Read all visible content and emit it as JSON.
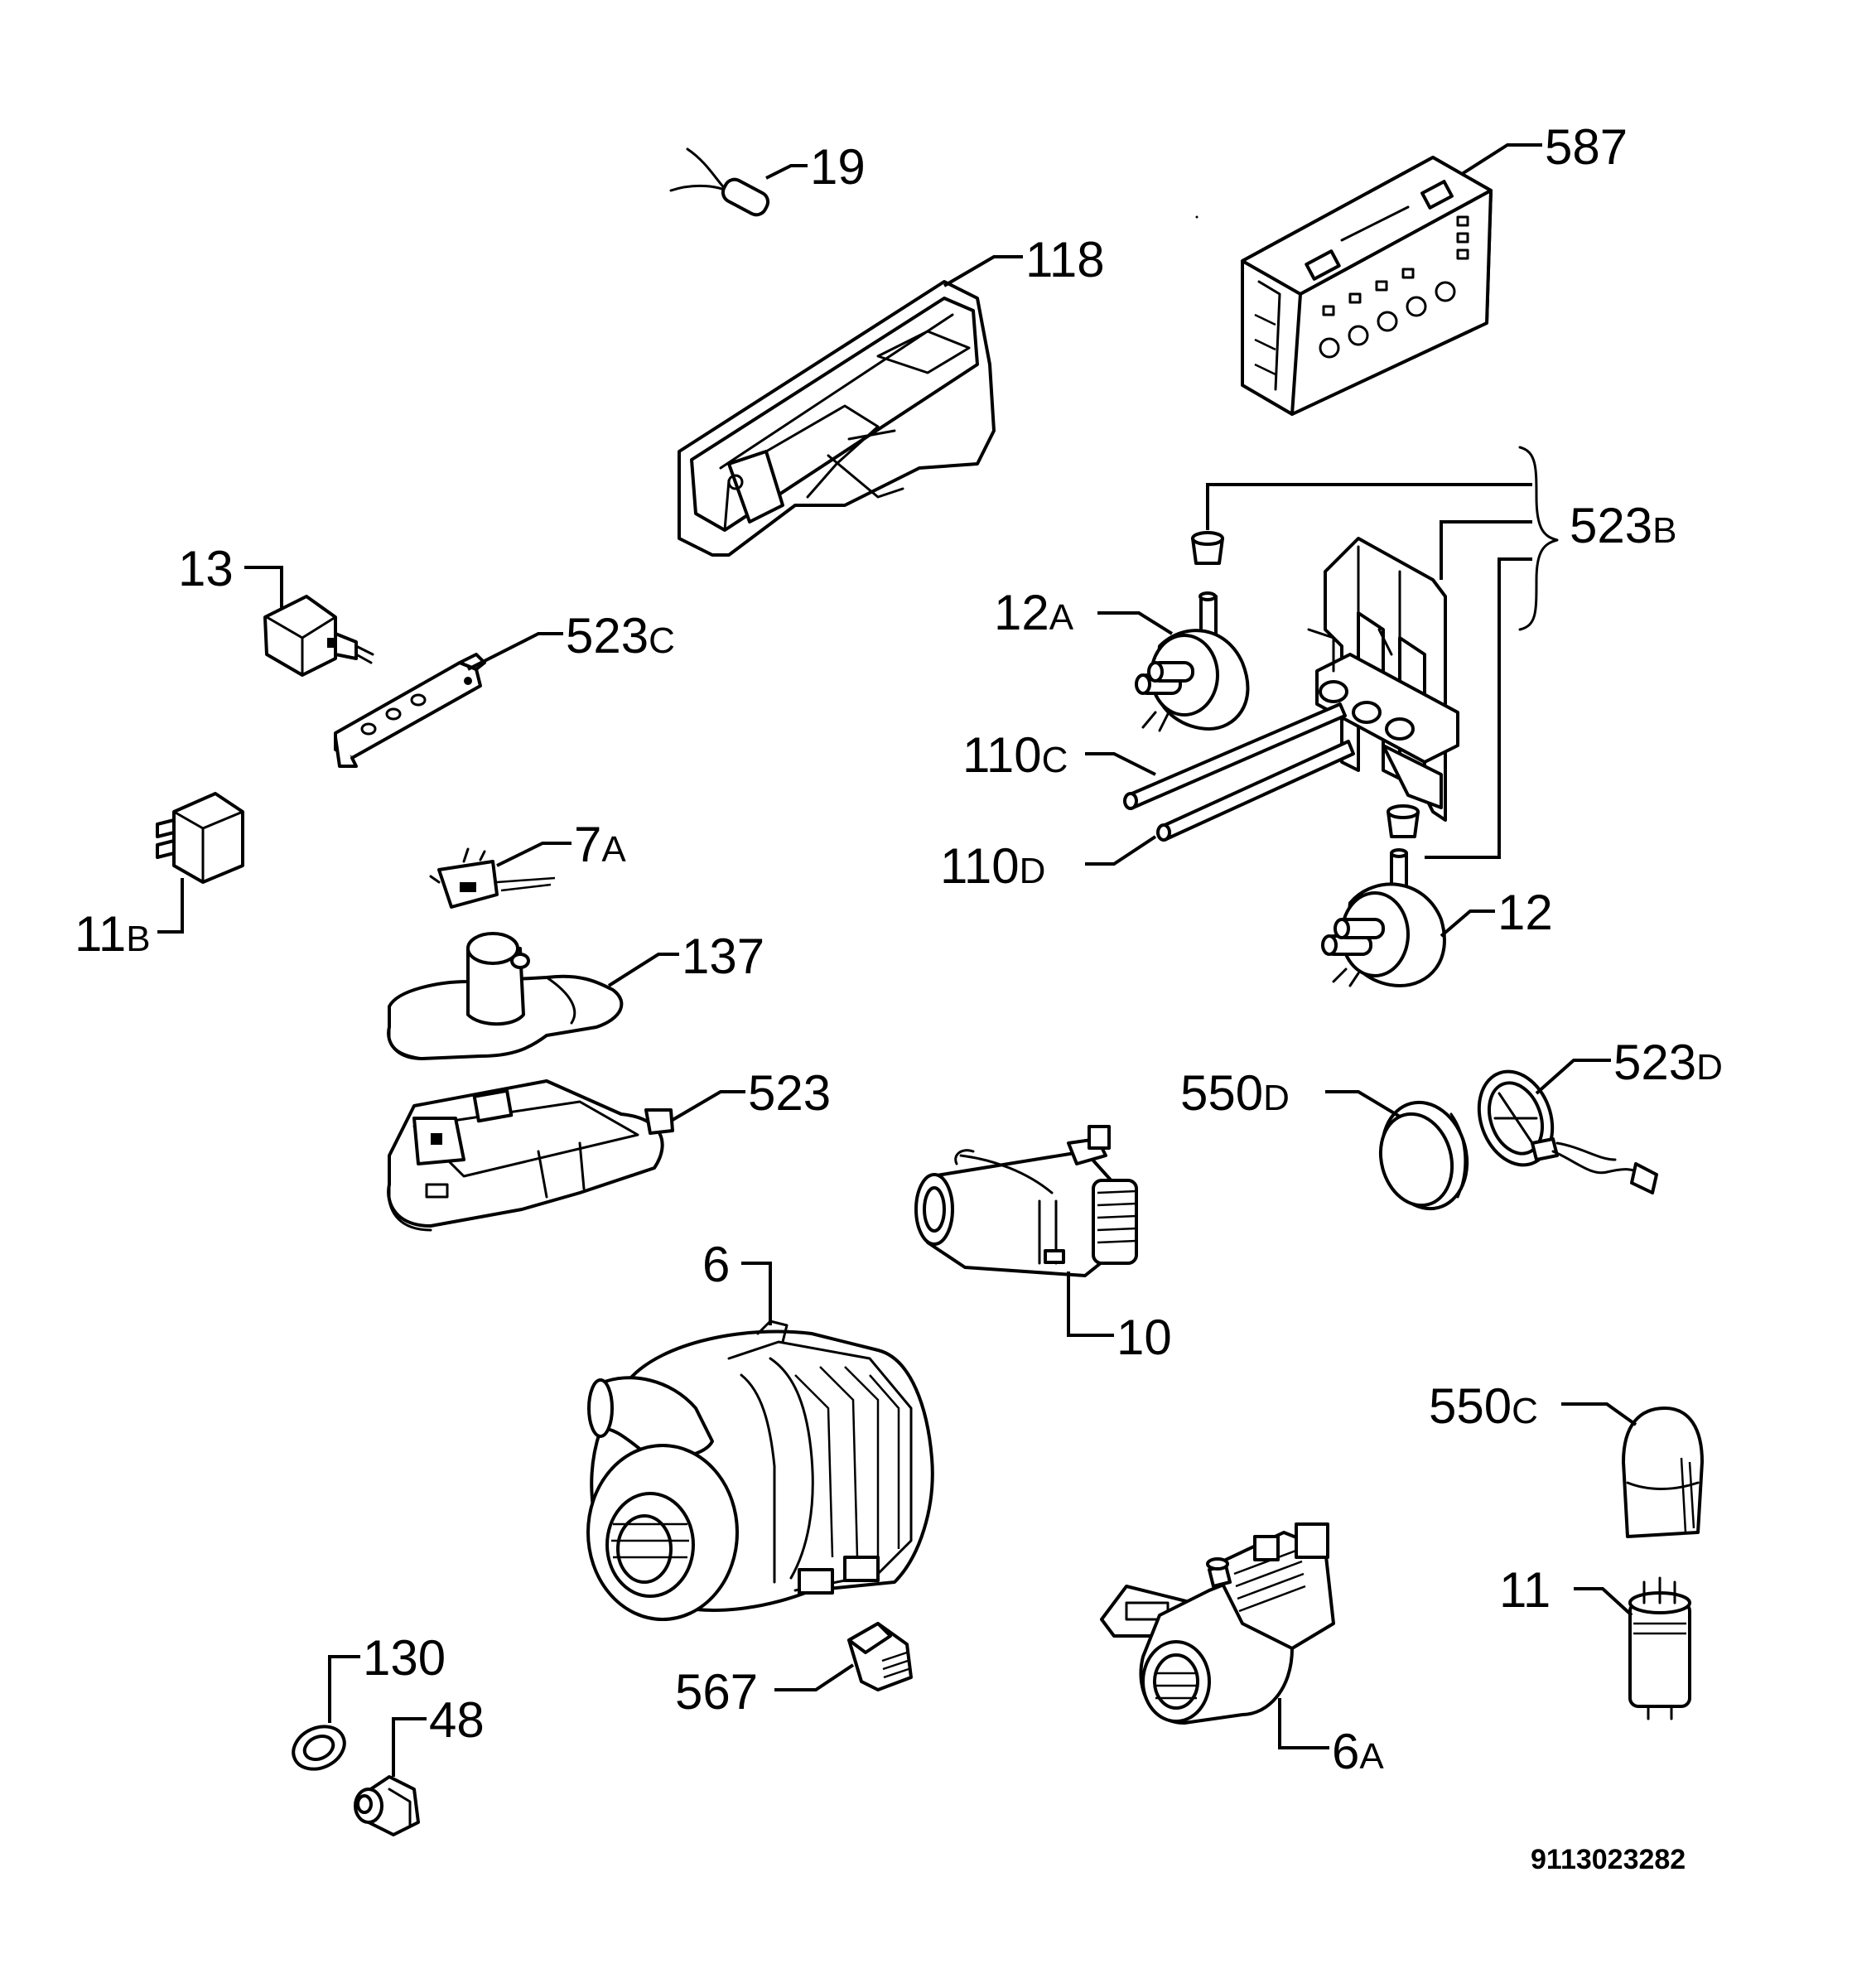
{
  "labels": {
    "p19": "19",
    "p587": "587",
    "p118": "118",
    "p523b_num": "523",
    "p523b_suf": "B",
    "p13": "13",
    "p12a_num": "12",
    "p12a_suf": "A",
    "p523c_num": "523",
    "p523c_suf": "C",
    "p110c_num": "110",
    "p110c_suf": "C",
    "p110d_num": "110",
    "p110d_suf": "D",
    "p7a_num": "7",
    "p7a_suf": "A",
    "p11b_num": "11",
    "p11b_suf": "B",
    "p12": "12",
    "p137": "137",
    "p523d_num": "523",
    "p523d_suf": "D",
    "p550d_num": "550",
    "p550d_suf": "D",
    "p523": "523",
    "p6": "6",
    "p10": "10",
    "p550c_num": "550",
    "p550c_suf": "C",
    "p11": "11",
    "p130": "130",
    "p48": "48",
    "p567": "567",
    "p6a_num": "6",
    "p6a_suf": "A"
  },
  "reference_number": "9113023282"
}
